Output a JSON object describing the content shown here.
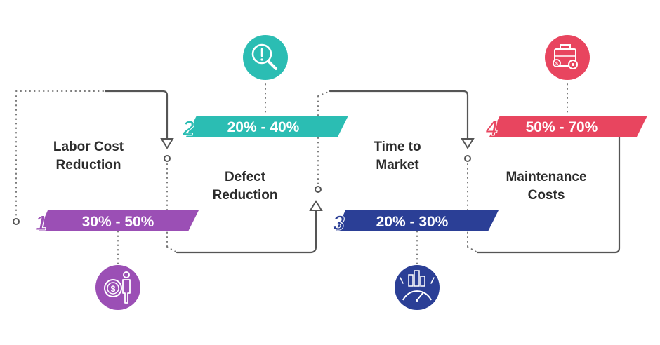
{
  "steps": [
    {
      "number": "1",
      "range": "30% - 50%",
      "label_line1": "Labor Cost",
      "label_line2": "Reduction",
      "color": "#9b4fb5",
      "icon": "dollar-coin-person-icon"
    },
    {
      "number": "2",
      "range": "20% - 40%",
      "label_line1": "Defect",
      "label_line2": "Reduction",
      "color": "#2bbdb3",
      "icon": "magnifier-alert-icon"
    },
    {
      "number": "3",
      "range": "20% - 30%",
      "label_line1": "Time to",
      "label_line2": "Market",
      "color": "#2b3f96",
      "icon": "speedometer-city-icon"
    },
    {
      "number": "4",
      "range": "50% - 70%",
      "label_line1": "Maintenance",
      "label_line2": "Costs",
      "color": "#e8455f",
      "icon": "toolbox-gear-icon"
    }
  ],
  "colors": {
    "line": "#555555",
    "text": "#2b2b2b"
  }
}
